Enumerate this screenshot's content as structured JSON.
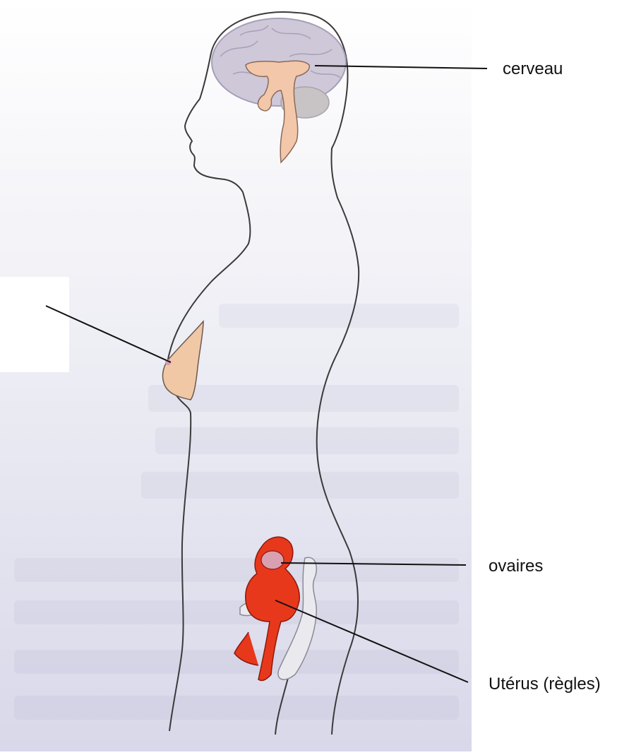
{
  "labels": {
    "brain": "cerveau",
    "ovaries": "ovaires",
    "uterus": "Utérus (règles)"
  },
  "colors": {
    "background_page": "#ffffff",
    "background_photo": "#e4e4f0",
    "outline": "#3a3a3a",
    "brain": "#cfc8d8",
    "gland": "#f3c7a9",
    "breast": "#f0c8a6",
    "organs_red": "#e8381c",
    "pelvis_bone": "#e9e9ee"
  }
}
